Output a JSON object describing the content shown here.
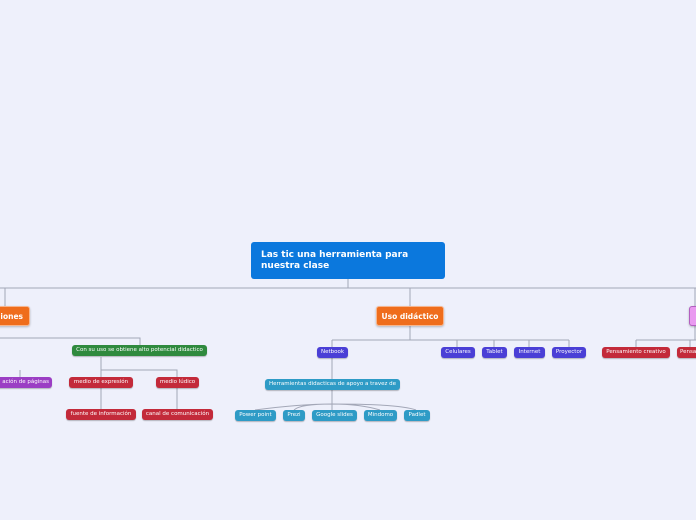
{
  "central": "Las tic una herramienta para nuestra clase",
  "left_branch": {
    "title": "ciones",
    "potencial": "Con su uso se obtiene alto potencial didactico",
    "paginas": "ación de páginas",
    "expresion": "medio de expresión",
    "ludico": "medio lúdico",
    "informacion": "fuente de información",
    "comunicacion": "canal de comunicación"
  },
  "center_branch": {
    "title": "Uso didáctico",
    "netbook": "Netbook",
    "herramientas": "Herramientas didacticas de apoyo a travez de",
    "tools": [
      "Power point",
      "Prezi",
      "Google slides",
      "Mindomo",
      "Padlet"
    ],
    "devices": [
      "Celulares",
      "Tablet",
      "Internet",
      "Proyector"
    ]
  },
  "right_branch": {
    "pensamiento_creativo": "Pensamiento creativo",
    "pensa": "Pensa"
  },
  "colors": {
    "background": "#eef0fb",
    "central": "#0b78dd",
    "main_topic": "#ef6d1c",
    "right_topic": "#e99af0",
    "green": "#2f8a3e",
    "purple": "#9b3ec4",
    "red": "#c32a3a",
    "blue": "#4a3fd6",
    "teal": "#2e9bc6"
  }
}
